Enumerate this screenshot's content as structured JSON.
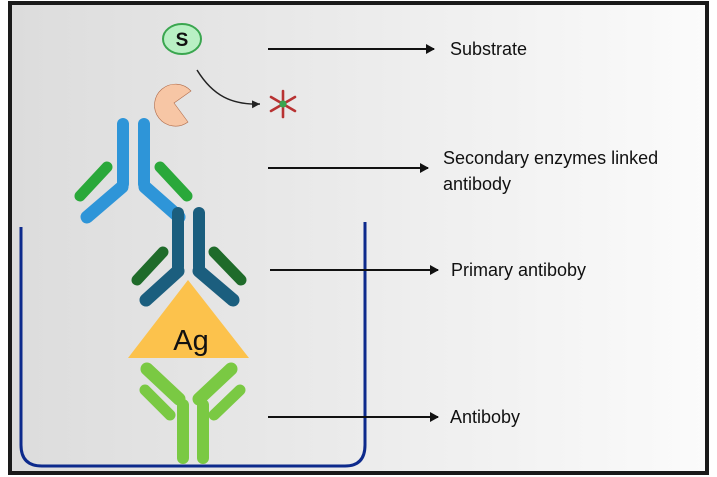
{
  "diagram": {
    "substrate_symbol": "S",
    "antigen_label": "Ag",
    "labels": {
      "substrate": "Substrate",
      "secondary_line1": "Secondary enzymes linked",
      "secondary_line2": "antibody",
      "primary": "Primary antiboby",
      "capture": "Antiboby"
    }
  },
  "colors": {
    "frame": "#1a1a1a",
    "well": "#0d2a8c",
    "substrate_fill": "#b9f0c4",
    "substrate_stroke": "#3aa64f",
    "enzyme": "#f7c6a5",
    "product": "#b83232",
    "product_center": "#3aa64f",
    "secondary_antibody": "#2e95d8",
    "secondary_arms": "#2aa83a",
    "primary_antibody": "#1b5e7e",
    "primary_arms": "#1f6b2a",
    "antigen": "#fcc24c",
    "capture_antibody": "#7ac943"
  },
  "icons": {
    "substrate": "substrate-circle-icon",
    "enzyme": "pacman-enzyme-icon",
    "product": "asterisk-product-icon"
  }
}
